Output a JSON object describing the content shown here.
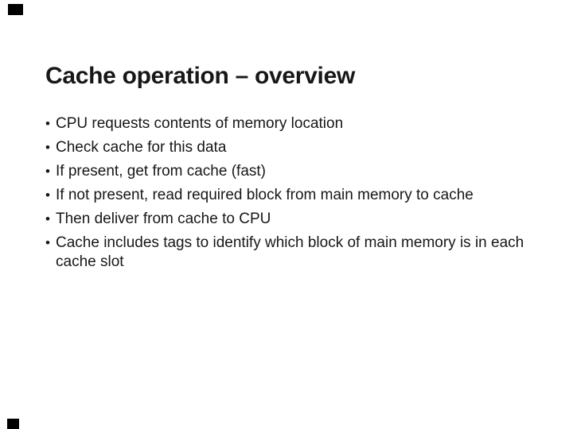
{
  "slide": {
    "title": "Cache operation – overview",
    "bullet_glyph": "•",
    "bullets": [
      "CPU requests contents of memory location",
      "Check cache for this data",
      "If present, get from cache (fast)",
      "If not present, read required block from main memory to cache",
      "Then deliver from cache to CPU",
      "Cache includes tags to identify which block of main memory is in each cache slot"
    ],
    "colors": {
      "background": "#ffffff",
      "text": "#171717",
      "corner_mark": "#000000"
    }
  }
}
